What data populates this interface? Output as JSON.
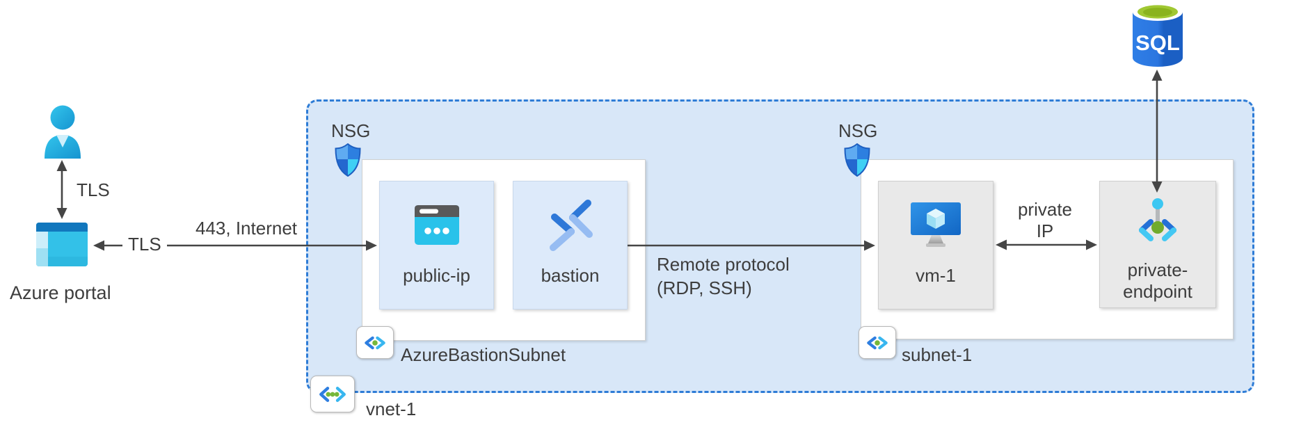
{
  "labels": {
    "tls_user_portal": "TLS",
    "azure_portal": "Azure portal",
    "tls_portal_vnet": "TLS",
    "port_internet": "443, Internet",
    "nsg_bastion": "NSG",
    "nsg_subnet1": "NSG",
    "public_ip": "public-ip",
    "bastion": "bastion",
    "remote_protocol_line1": "Remote protocol",
    "remote_protocol_line2": "(RDP, SSH)",
    "vm": "vm-1",
    "private_ip_line1": "private",
    "private_ip_line2": "IP",
    "private_endpoint_line1": "private-",
    "private_endpoint_line2": "endpoint",
    "azure_bastion_subnet": "AzureBastionSubnet",
    "subnet1": "subnet-1",
    "vnet": "vnet-1",
    "sql": "SQL"
  },
  "icons": {
    "user": "person-icon",
    "portal": "portal-window-icon",
    "nsg": "shield-icon",
    "public_ip": "browser-window-icon",
    "bastion": "bastion-chevrons-icon",
    "vm": "virtual-machine-monitor-icon",
    "private_endpoint": "private-endpoint-icon",
    "subnet": "subnet-badge-icon",
    "vnet": "vnet-badge-icon",
    "sql": "sql-database-cylinder-icon"
  },
  "colors": {
    "vnet_fill": "#d8e7f8",
    "vnet_border": "#2e7cd6",
    "tile_blue": "#ddeafa",
    "tile_gray": "#e9e9e9",
    "arrow": "#454545",
    "text": "#3d3d3d",
    "accent_blue": "#2e7ee0",
    "accent_cyan": "#38b6ef",
    "accent_green": "#76b83a",
    "sql_green": "#a0c832"
  }
}
